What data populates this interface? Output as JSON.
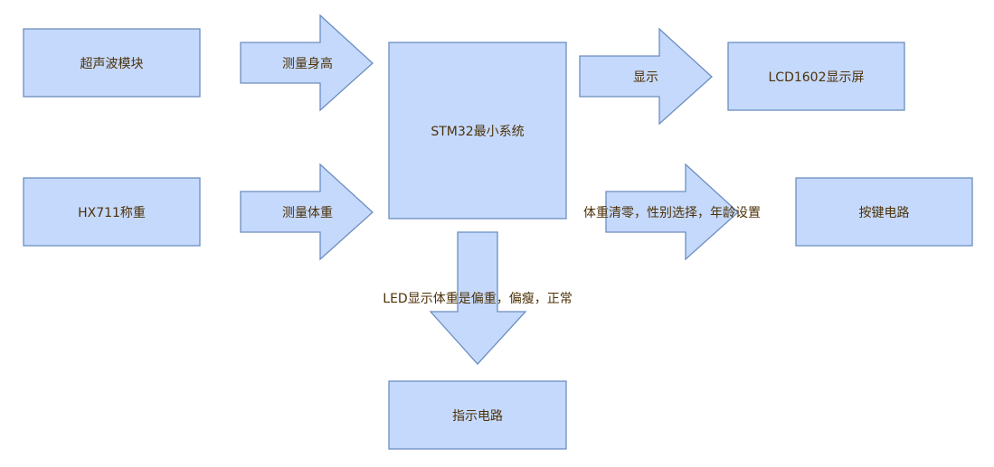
{
  "colors": {
    "fill": "#c5d9fc",
    "stroke": "#6c8ebf",
    "text": "#4d3208"
  },
  "boxes": {
    "ultrasonic": "超声波模块",
    "hx711": "HX711称重",
    "stm32": "STM32最小系统",
    "lcd": "LCD1602显示屏",
    "keys": "按键电路",
    "indicator": "指示电路"
  },
  "arrows": {
    "measure_height": "测量身高",
    "measure_weight": "测量体重",
    "display": "显示",
    "key_functions": "体重清零，性别选择，年龄设置",
    "led_status": "LED显示体重是偏重，偏瘦，正常"
  }
}
